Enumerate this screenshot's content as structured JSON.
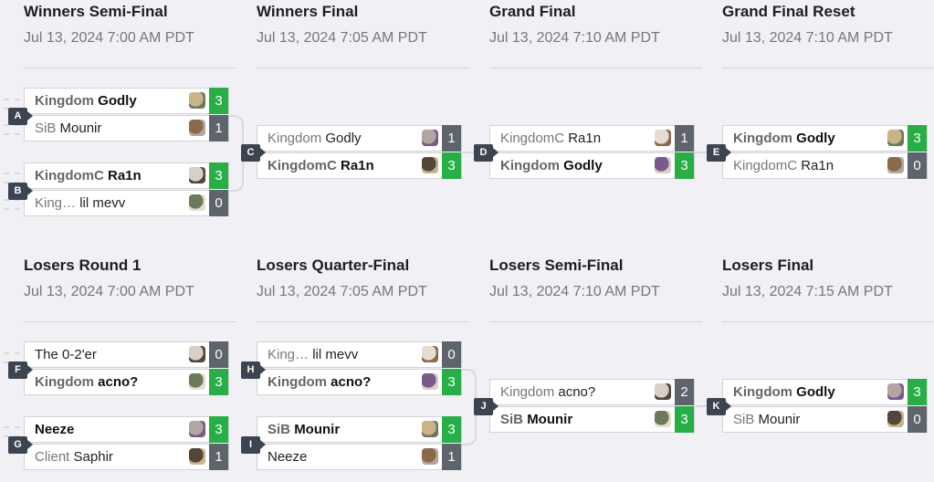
{
  "rounds": [
    {
      "title": "Winners Semi-Final",
      "date": "Jul 13, 2024 7:00 AM PDT"
    },
    {
      "title": "Winners Final",
      "date": "Jul 13, 2024 7:05 AM PDT"
    },
    {
      "title": "Grand Final",
      "date": "Jul 13, 2024 7:10 AM PDT"
    },
    {
      "title": "Grand Final Reset",
      "date": "Jul 13, 2024 7:10 AM PDT"
    },
    {
      "title": "Losers Round 1",
      "date": "Jul 13, 2024 7:00 AM PDT"
    },
    {
      "title": "Losers Quarter-Final",
      "date": "Jul 13, 2024 7:05 AM PDT"
    },
    {
      "title": "Losers Semi-Final",
      "date": "Jul 13, 2024 7:10 AM PDT"
    },
    {
      "title": "Losers Final",
      "date": "Jul 13, 2024 7:15 AM PDT"
    }
  ],
  "matches": {
    "A": {
      "label": "A",
      "top": {
        "prefix": "Kingdom",
        "name": "Godly",
        "score": "3",
        "win": true
      },
      "bot": {
        "prefix": "SiB",
        "name": "Mounir",
        "score": "1",
        "win": false
      }
    },
    "B": {
      "label": "B",
      "top": {
        "prefix": "KingdomC",
        "name": "Ra1n",
        "score": "3",
        "win": true
      },
      "bot": {
        "prefix": "King…",
        "name": "lil mevv",
        "score": "0",
        "win": false
      }
    },
    "C": {
      "label": "C",
      "top": {
        "prefix": "Kingdom",
        "name": "Godly",
        "score": "1",
        "win": false
      },
      "bot": {
        "prefix": "KingdomC",
        "name": "Ra1n",
        "score": "3",
        "win": true
      }
    },
    "D": {
      "label": "D",
      "top": {
        "prefix": "KingdomC",
        "name": "Ra1n",
        "score": "1",
        "win": false
      },
      "bot": {
        "prefix": "Kingdom",
        "name": "Godly",
        "score": "3",
        "win": true
      }
    },
    "E": {
      "label": "E",
      "top": {
        "prefix": "Kingdom",
        "name": "Godly",
        "score": "3",
        "win": true
      },
      "bot": {
        "prefix": "KingdomC",
        "name": "Ra1n",
        "score": "0",
        "win": false
      }
    },
    "F": {
      "label": "F",
      "top": {
        "prefix": "",
        "name": "The 0-2'er",
        "score": "0",
        "win": false
      },
      "bot": {
        "prefix": "Kingdom",
        "name": "acno?",
        "score": "3",
        "win": true
      }
    },
    "G": {
      "label": "G",
      "top": {
        "prefix": "",
        "name": "Neeze",
        "score": "3",
        "win": true
      },
      "bot": {
        "prefix": "Client",
        "name": "Saphir",
        "score": "1",
        "win": false
      }
    },
    "H": {
      "label": "H",
      "top": {
        "prefix": "King…",
        "name": "lil mevv",
        "score": "0",
        "win": false
      },
      "bot": {
        "prefix": "Kingdom",
        "name": "acno?",
        "score": "3",
        "win": true
      }
    },
    "I": {
      "label": "I",
      "top": {
        "prefix": "SiB",
        "name": "Mounir",
        "score": "3",
        "win": true
      },
      "bot": {
        "prefix": "",
        "name": "Neeze",
        "score": "1",
        "win": false
      }
    },
    "J": {
      "label": "J",
      "top": {
        "prefix": "Kingdom",
        "name": "acno?",
        "score": "2",
        "win": false
      },
      "bot": {
        "prefix": "SiB",
        "name": "Mounir",
        "score": "3",
        "win": true
      }
    },
    "K": {
      "label": "K",
      "top": {
        "prefix": "Kingdom",
        "name": "Godly",
        "score": "3",
        "win": true
      },
      "bot": {
        "prefix": "SiB",
        "name": "Mounir",
        "score": "0",
        "win": false
      }
    }
  },
  "colors": {
    "win": "#27ae47",
    "lose": "#5d646b",
    "tag": "#3b4450"
  },
  "icons": "character-portrait-icon"
}
